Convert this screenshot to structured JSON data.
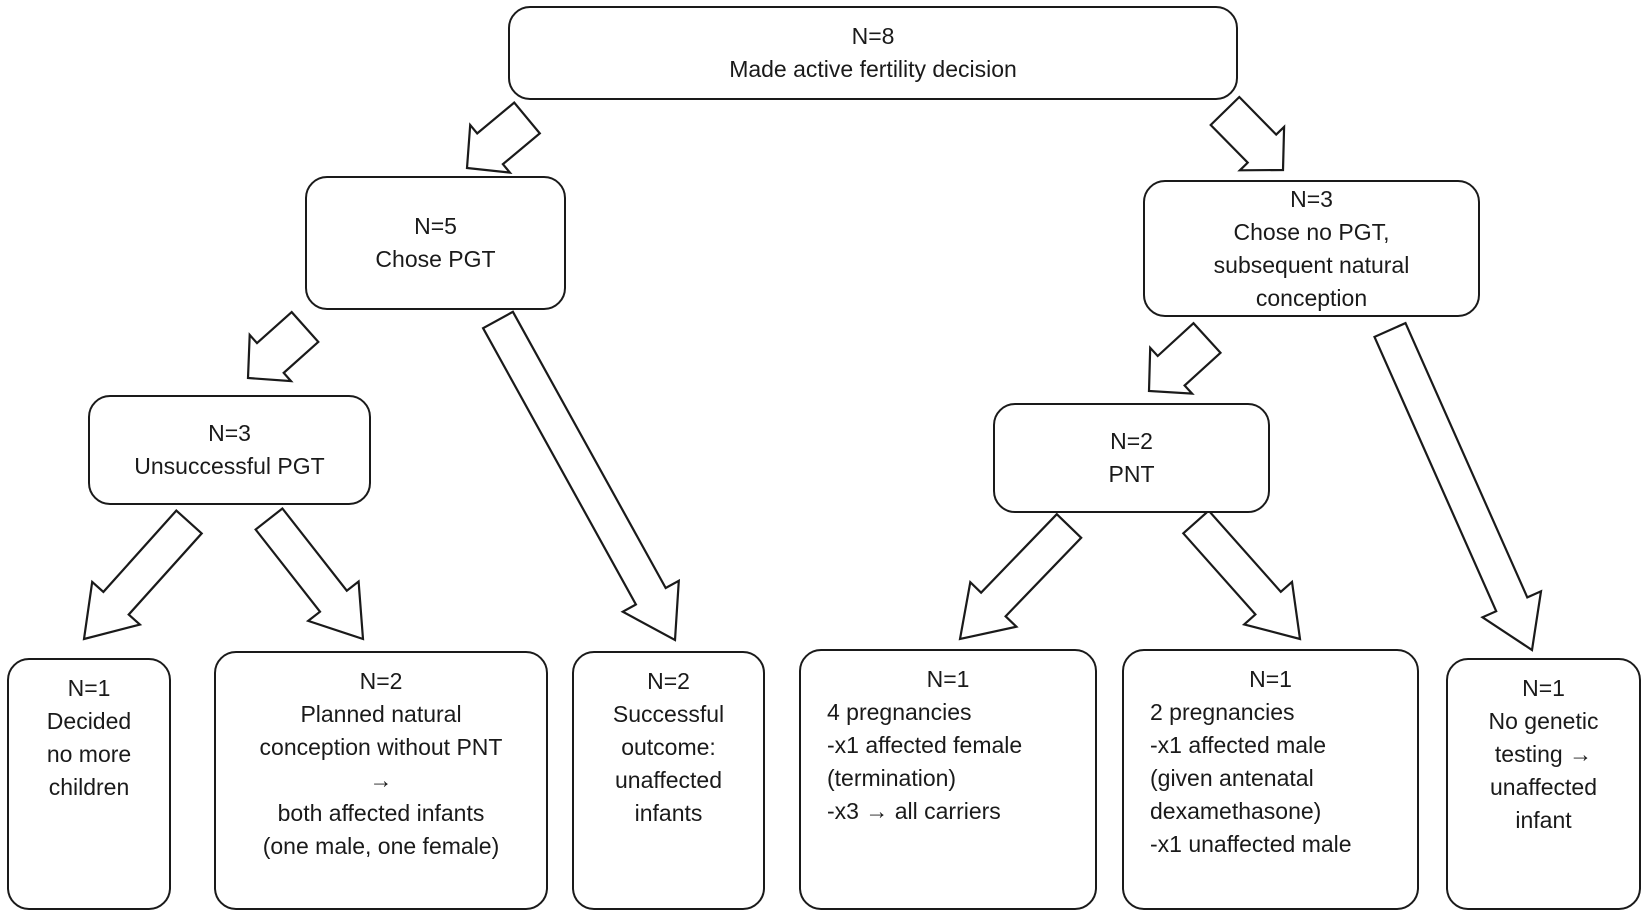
{
  "nodes": {
    "root": {
      "n": "N=8",
      "lines": [
        "Made active fertility decision"
      ]
    },
    "pgt": {
      "n": "N=5",
      "lines": [
        "Chose PGT"
      ]
    },
    "no_pgt": {
      "n": "N=3",
      "lines": [
        "Chose no PGT,",
        "subsequent natural",
        "conception"
      ]
    },
    "unsuccessful_pgt": {
      "n": "N=3",
      "lines": [
        "Unsuccessful PGT"
      ]
    },
    "pnt": {
      "n": "N=2",
      "lines": [
        "PNT"
      ]
    },
    "no_more_children": {
      "n": "N=1",
      "lines": [
        "Decided",
        "no more",
        "children"
      ]
    },
    "planned_natural": {
      "n": "N=2",
      "lines": [
        "Planned natural",
        "conception without PNT",
        "→",
        "both affected infants",
        "(one male, one female)"
      ]
    },
    "successful_outcome": {
      "n": "N=2",
      "lines": [
        "Successful",
        "outcome:",
        "unaffected",
        "infants"
      ]
    },
    "four_pregnancies": {
      "n": "N=1",
      "lines": [
        "4 pregnancies",
        "-x1 affected female",
        "(termination)",
        "-x3 → all carriers"
      ]
    },
    "two_pregnancies": {
      "n": "N=1",
      "lines": [
        "2 pregnancies",
        "-x1 affected male",
        "(given antenatal",
        "dexamethasone)",
        "-x1 unaffected male"
      ]
    },
    "no_genetic_testing": {
      "n": "N=1",
      "lines": [
        "No genetic",
        "testing →",
        "unaffected",
        "infant"
      ]
    }
  }
}
